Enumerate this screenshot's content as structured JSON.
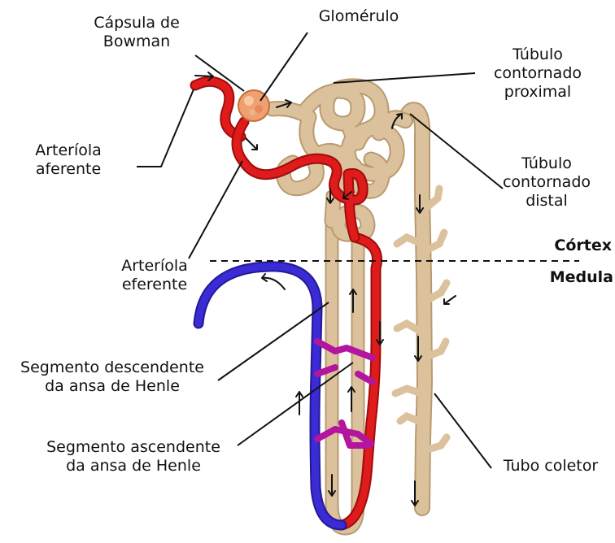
{
  "labels": {
    "capsula_bowman": [
      "Cápsula de",
      "Bowman"
    ],
    "glomerulo": "Glomérulo",
    "tubulo_proximal": [
      "Túbulo",
      "contornado",
      "proximal"
    ],
    "arteriola_aferente": [
      "Arteríola",
      "aferente"
    ],
    "tubulo_distal": [
      "Túbulo",
      "contornado",
      "distal"
    ],
    "cortex": "Córtex",
    "medula": "Medula",
    "arteriola_eferente": [
      "Arteríola",
      "eferente"
    ],
    "segmento_descendente": [
      "Segmento descendente",
      "da ansa de Henle"
    ],
    "segmento_ascendente": [
      "Segmento ascendente",
      "da ansa de Henle"
    ],
    "tubo_coletor": "Tubo coletor"
  },
  "colors": {
    "tubule": "#dcc29c",
    "tubule_edge": "#b99a70",
    "artery": "#e01b1b",
    "artery_edge": "#9e0d0d",
    "vein": "#3a2bd6",
    "vein_edge": "#241a90",
    "mixed": "#b3159e",
    "glomerulus": "#f0a070"
  }
}
